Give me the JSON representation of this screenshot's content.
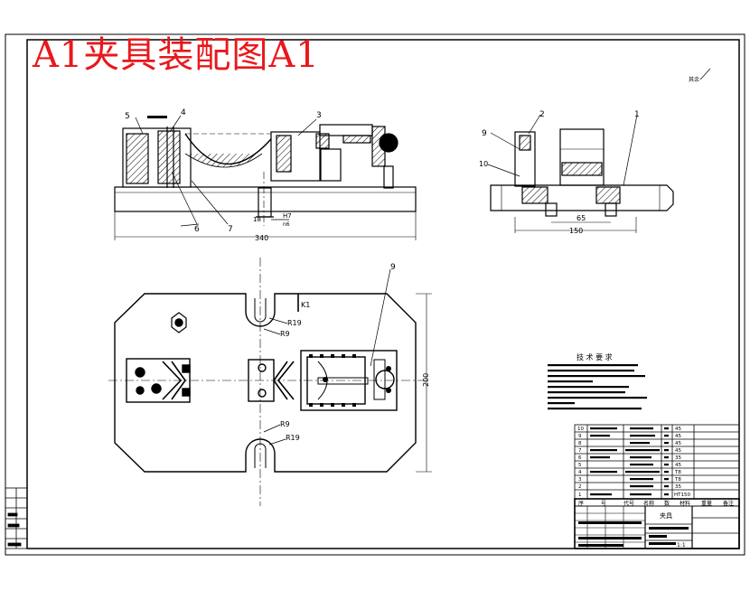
{
  "banner_title": "A1夹具装配图A1",
  "top_right_note": "其余",
  "part_labels": {
    "p1": "1",
    "p2": "2",
    "p3": "3",
    "p4": "4",
    "p5": "5",
    "p6": "6",
    "p7": "7",
    "p9_side": "9",
    "p9_plan": "9",
    "p10": "10"
  },
  "dims": {
    "len_340": "340",
    "fit_h7": "H7",
    "fit_n6": "n6",
    "d_18": "18",
    "w_150": "150",
    "w_65": "65",
    "h_200": "200",
    "r19_top": "R19",
    "r9_top": "R9",
    "r9_bot": "R9",
    "r19_bot": "R19",
    "k1": "K1"
  },
  "tech_requirements_title": "技 术 要 求",
  "bom_header": {
    "no": "序",
    "code": "号",
    "name": "代号",
    "col4": "名称",
    "qty": "数",
    "mat": "材料",
    "mass": "重量",
    "note": "备注"
  },
  "bom_rows": [
    {
      "no": "10",
      "mat": "45"
    },
    {
      "no": "9",
      "mat": "45"
    },
    {
      "no": "8",
      "mat": "45"
    },
    {
      "no": "7",
      "mat": "45"
    },
    {
      "no": "6",
      "mat": "35"
    },
    {
      "no": "5",
      "mat": "45"
    },
    {
      "no": "4",
      "mat": "T8"
    },
    {
      "no": "3",
      "mat": "T8"
    },
    {
      "no": "2",
      "mat": "35"
    },
    {
      "no": "1",
      "mat": "HT150"
    }
  ],
  "title_block": {
    "drawing_name": "夹具",
    "scale": "1:1"
  }
}
